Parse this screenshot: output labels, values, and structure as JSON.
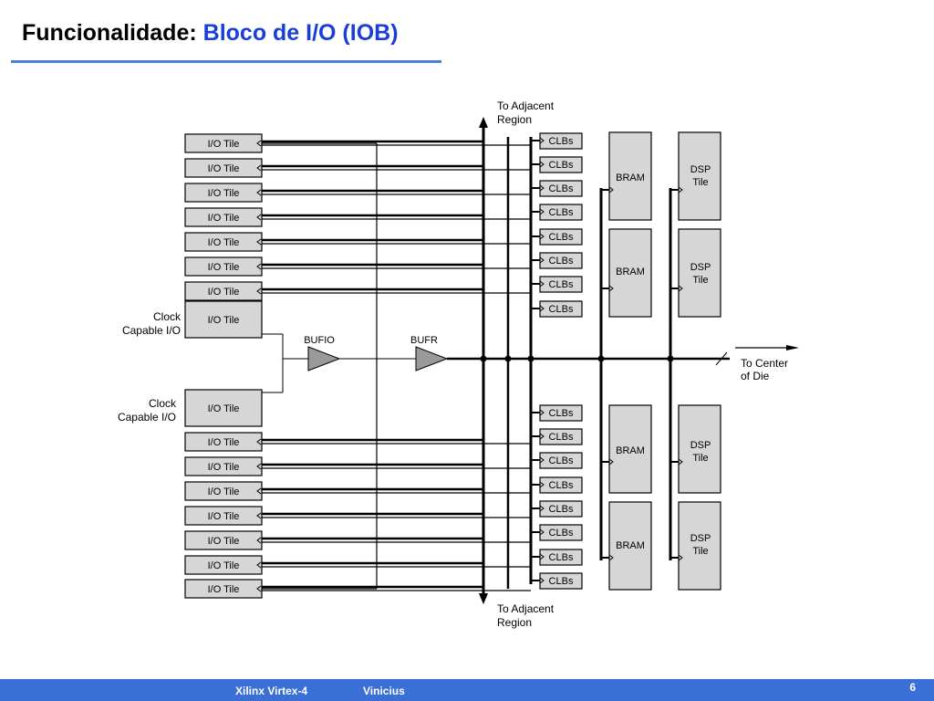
{
  "slide": {
    "title_main": "Funcionalidade:",
    "title_sub": "Bloco de I/O (IOB)"
  },
  "diagram": {
    "io_tile_label": "I/O Tile",
    "clock_capable_label": [
      "Clock",
      "Capable I/O"
    ],
    "clb_label": "CLBs",
    "bram_label": "BRAM",
    "dsp_label": [
      "DSP",
      "Tile"
    ],
    "bufio_label": "BUFIO",
    "bufr_label": "BUFR",
    "adjacent_region_label": [
      "To Adjacent",
      "Region"
    ],
    "center_of_die_label": [
      "To Center",
      "of Die"
    ],
    "colors": {
      "line": "#000000",
      "tile_fill": "#d6d6d6",
      "buffer_fill": "#9a9a9a"
    }
  },
  "footer": {
    "left_text": "Xilinx Virtex-4",
    "author": "Vinicius",
    "page_number": "6",
    "bar_color": "#3a6fd6"
  }
}
